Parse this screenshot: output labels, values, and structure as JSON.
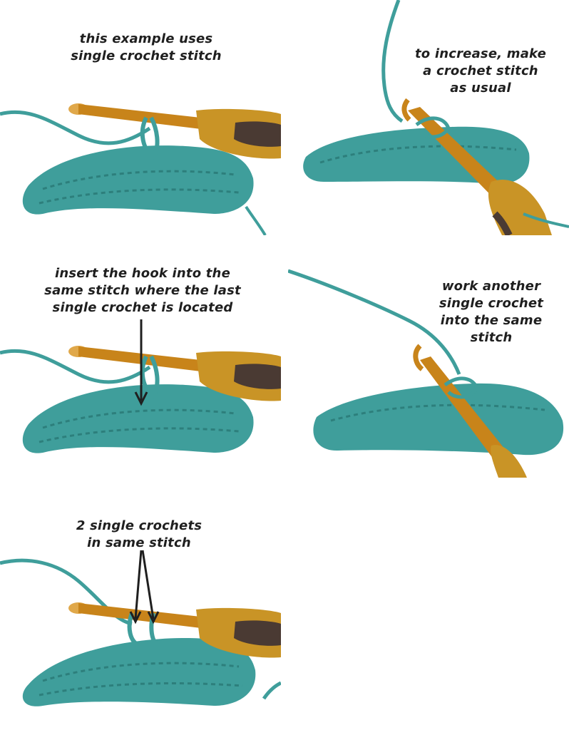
{
  "colors": {
    "yarn": "#3f9e9b",
    "yarn_dark": "#2d7f7c",
    "hook_gold": "#c8841a",
    "handle": "#c99426",
    "grip": "#4a3a33",
    "text": "#1f1f1f",
    "background": "#ffffff"
  },
  "steps": [
    {
      "caption_lines": [
        "this example uses",
        "single crochet stitch"
      ]
    },
    {
      "caption_lines": [
        "to increase, make",
        "a crochet stitch",
        "as usual"
      ]
    },
    {
      "caption_lines": [
        "insert the hook into the",
        "same stitch where the last",
        "single crochet is located"
      ]
    },
    {
      "caption_lines": [
        "work another",
        "single crochet",
        "into the same",
        "stitch"
      ]
    },
    {
      "caption_lines": [
        "2 single crochets",
        "in same stitch"
      ]
    }
  ]
}
